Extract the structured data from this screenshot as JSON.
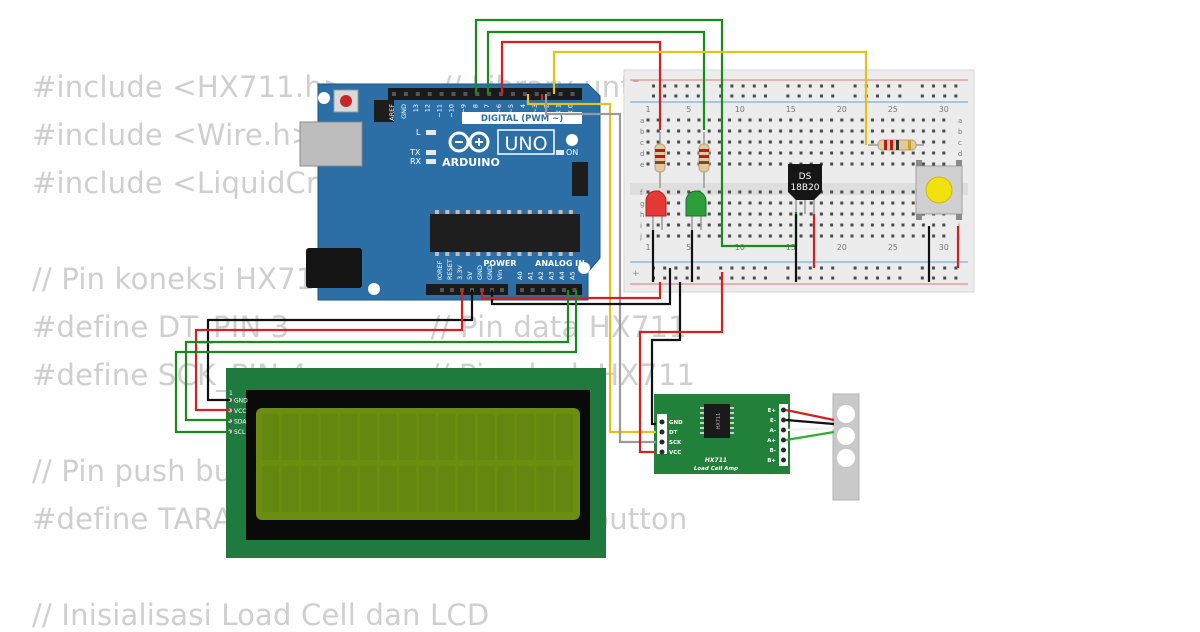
{
  "code_lines": [
    {
      "id": "l1",
      "text": "#include <HX711.h>          // Library untuk HX711"
    },
    {
      "id": "l2",
      "text": "#include <Wire.h>            // Library"
    },
    {
      "id": "l3",
      "text": "#include <LiquidCrystal_I2C.h>  // Li"
    },
    {
      "id": "l5",
      "text": "// Pin koneksi HX711"
    },
    {
      "id": "l6",
      "text": "#define DT_PIN 3               // Pin data HX711"
    },
    {
      "id": "l7",
      "text": "#define SCK_PIN 4             // Pin clock HX711"
    },
    {
      "id": "l9",
      "text": "// Pin push button"
    },
    {
      "id": "l10",
      "text": "#define TARA_PIN 5           // Pin push button"
    },
    {
      "id": "l12",
      "text": "// Inisialisasi Load Cell dan LCD"
    }
  ],
  "arduino": {
    "logo": "UNO",
    "brand": "ARDUINO",
    "digital_label": "DIGITAL (PWM ~)",
    "analog_label": "ANALOG IN",
    "power_label": "POWER",
    "on_label": "ON",
    "l_label": "L",
    "tx_label": "TX",
    "rx_label": "RX",
    "digital_pins": [
      "AREF",
      "GND",
      "13",
      "12",
      "~11",
      "~10",
      "~9",
      "8",
      "7",
      "~6",
      "~5",
      "4",
      "~3",
      "2",
      "TX 1",
      "RX 0"
    ],
    "power_pins": [
      "IOREF",
      "RESET",
      "3.3V",
      "5V",
      "GND",
      "GND",
      "Vin"
    ],
    "analog_pins": [
      "A0",
      "A1",
      "A2",
      "A3",
      "A4",
      "A5"
    ]
  },
  "breadboard": {
    "col_numbers": [
      "1",
      "5",
      "10",
      "15",
      "20",
      "25",
      "30"
    ],
    "row_letters_top": [
      "a",
      "b",
      "c",
      "d",
      "e"
    ],
    "row_letters_bottom": [
      "f",
      "g",
      "h",
      "i",
      "j"
    ],
    "minus_sign": "−",
    "plus_sign": "+"
  },
  "ds18b20": {
    "line1": "DS",
    "line2": "18B20"
  },
  "hx711": {
    "chip": "HX711",
    "title": "HX711",
    "subtitle": "Load Cell Amp",
    "left_pins": [
      "GND",
      "DT",
      "SCK",
      "VCC"
    ],
    "right_pins": [
      "E+",
      "E-",
      "A-",
      "A+",
      "B-",
      "B+"
    ]
  },
  "lcd": {
    "pins": [
      "GND",
      "VCC",
      "SDA",
      "SCL"
    ],
    "pin_number": "1"
  },
  "colors": {
    "arduino_board": "#2b6fa6",
    "breadboard": "#ebebeb",
    "lcd_frame": "#1f7a3e",
    "lcd_screen": "#6b8e10",
    "hx711_board": "#21803a",
    "wire_green": "#1a8a1a",
    "wire_red": "#d42020",
    "wire_black": "#111111",
    "wire_yellow": "#e3c21b",
    "wire_gray": "#9a9a9a"
  }
}
